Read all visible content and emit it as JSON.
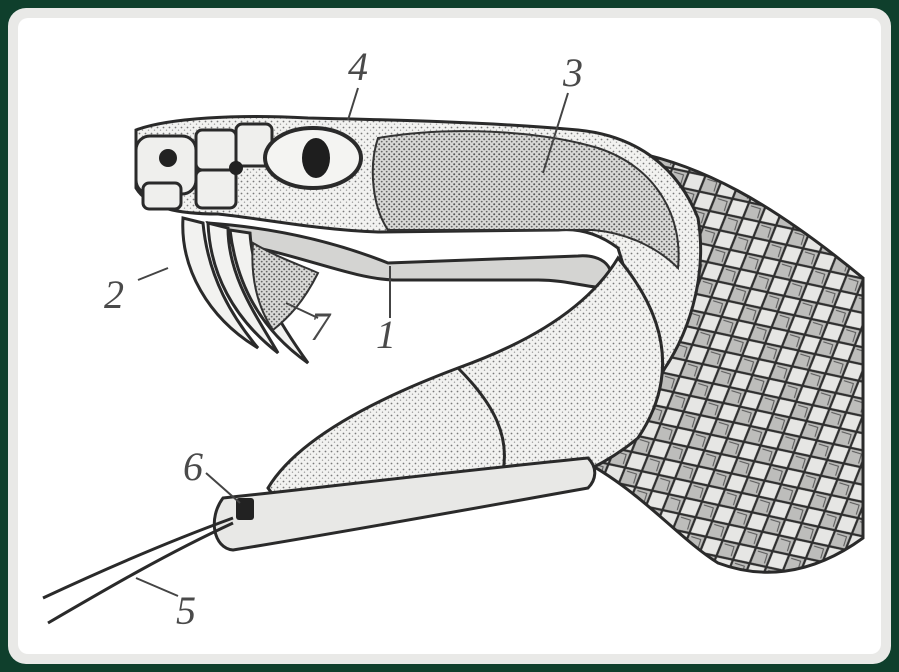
{
  "figure": {
    "labels": {
      "l1": "1",
      "l2": "2",
      "l3": "3",
      "l4": "4",
      "l5": "5",
      "l6": "6",
      "l7": "7"
    }
  },
  "colors": {
    "background": "#0f3f2c",
    "frame": "#e9e9e7",
    "panel": "#ffffff",
    "ink": "#333333"
  }
}
